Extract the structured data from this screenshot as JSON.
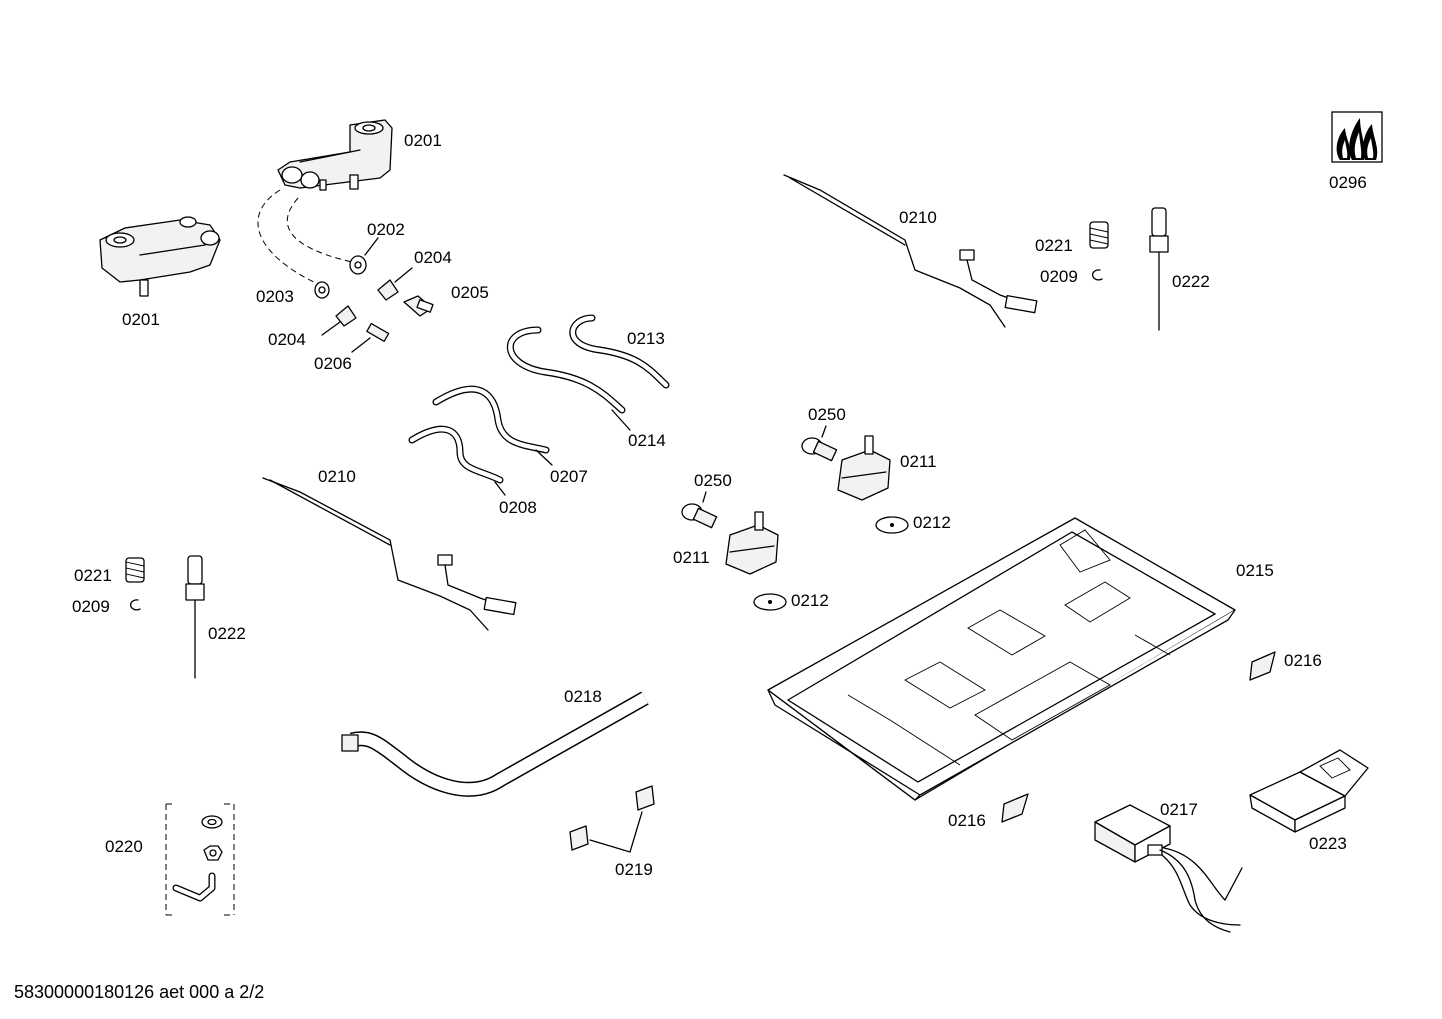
{
  "labels": {
    "l0201a": "0201",
    "l0201b": "0201",
    "l0202": "0202",
    "l0203": "0203",
    "l0204a": "0204",
    "l0204b": "0204",
    "l0205": "0205",
    "l0206": "0206",
    "l0213": "0213",
    "l0214": "0214",
    "l0207": "0207",
    "l0208": "0208",
    "l0210a": "0210",
    "l0210b": "0210",
    "l0221a": "0221",
    "l0209a": "0209",
    "l0222a": "0222",
    "l0221b": "0221",
    "l0209b": "0209",
    "l0222b": "0222",
    "l0296": "0296",
    "l0250a": "0250",
    "l0211a": "0211",
    "l0212a": "0212",
    "l0250b": "0250",
    "l0211b": "0211",
    "l0212b": "0212",
    "l0215": "0215",
    "l0216a": "0216",
    "l0216b": "0216",
    "l0217": "0217",
    "l0223": "0223",
    "l0218": "0218",
    "l0219": "0219",
    "l0220": "0220"
  },
  "footer": "58300000180126 aet 000 a 2/2",
  "icons": {
    "gas_type_symbol": "flame-icon"
  }
}
